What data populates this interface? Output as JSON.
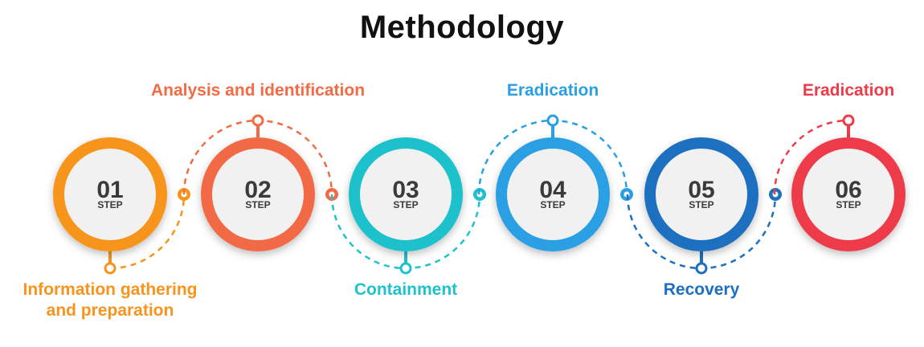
{
  "title": "Methodology",
  "steps": [
    {
      "number": "01",
      "step_label": "STEP",
      "label": "Information gathering and preparation",
      "label_lines": [
        "Information gathering",
        "and preparation"
      ],
      "label_position": "bottom",
      "color": "#F7941D"
    },
    {
      "number": "02",
      "step_label": "STEP",
      "label": "Analysis and identification",
      "label_lines": [
        "Analysis and identification"
      ],
      "label_position": "top",
      "color": "#F26B44"
    },
    {
      "number": "03",
      "step_label": "STEP",
      "label": "Containment",
      "label_lines": [
        "Containment"
      ],
      "label_position": "bottom",
      "color": "#1FC1CC"
    },
    {
      "number": "04",
      "step_label": "STEP",
      "label": "Eradication",
      "label_lines": [
        "Eradication"
      ],
      "label_position": "top",
      "color": "#2A9FE3"
    },
    {
      "number": "05",
      "step_label": "STEP",
      "label": "Recovery",
      "label_lines": [
        "Recovery"
      ],
      "label_position": "bottom",
      "color": "#1D6FBF"
    },
    {
      "number": "06",
      "step_label": "STEP",
      "label": "Eradication",
      "label_lines": [
        "Eradication"
      ],
      "label_position": "top",
      "color": "#EE3B4A"
    }
  ]
}
